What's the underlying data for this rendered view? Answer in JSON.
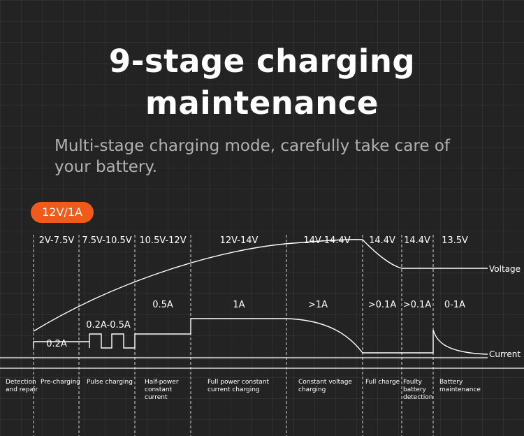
{
  "title_line1": "9-stage charging",
  "title_line2": "maintenance",
  "subtitle": "Multi-stage charging mode, carefully take care of your battery.",
  "badge": "12V/1A",
  "colors": {
    "background": "#232323",
    "accent": "#f05a1a",
    "line": "#ffffff",
    "subtitle": "#b0b0b0"
  },
  "voltage_line_label": "Voltage",
  "current_line_label": "Current",
  "voltages": [
    "2V-7.5V",
    "7.5V-10.5V",
    "10.5V-12V",
    "12V-14V",
    "14V-14.4V",
    "14.4V",
    "14.4V",
    "13.5V"
  ],
  "currents": [
    "0.2A",
    "0.2A-0.5A",
    "0.5A",
    "1A",
    ">1A",
    ">0.1A",
    ">0.1A",
    "0-1A"
  ],
  "stages": [
    [
      "Detection",
      "and repair"
    ],
    [
      "Pre-charging"
    ],
    [
      "Pulse charging"
    ],
    [
      "Half-power",
      "constant",
      "current"
    ],
    [
      "Full power constant",
      "current charging"
    ],
    [
      "Constant voltage",
      "charging"
    ],
    [
      "Full charge"
    ],
    [
      "Faulty",
      "battery",
      "detection"
    ],
    [
      "Battery",
      "maintenance"
    ]
  ]
}
